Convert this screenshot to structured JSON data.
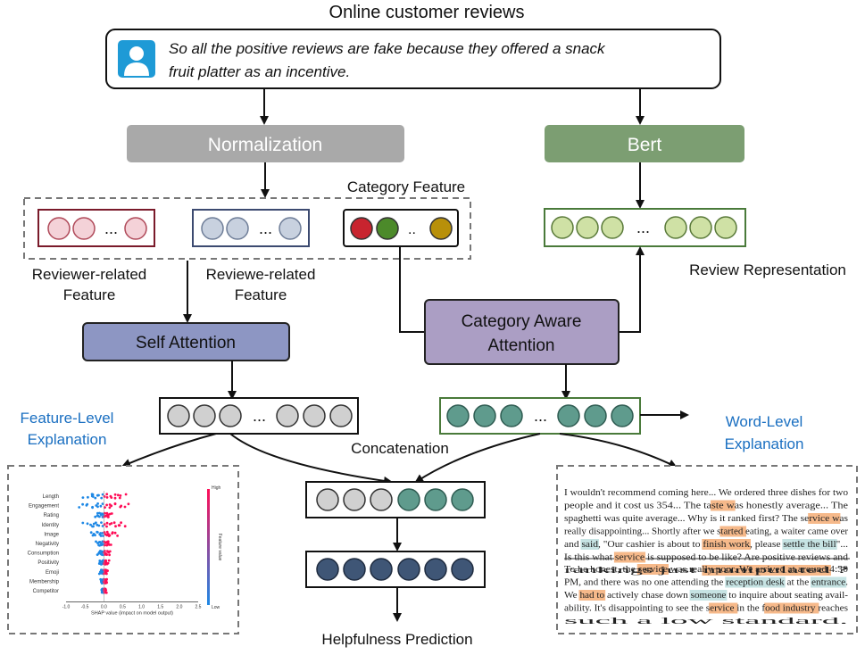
{
  "title": "Online customer reviews",
  "review_text_line1": "So all the positive reviews are fake because they offered a snack",
  "review_text_line2": "fruit platter as an incentive.",
  "normalization_label": "Normalization",
  "bert_label": "Bert",
  "category_feature_label": "Category Feature",
  "reviewer_feature_label_1": "Reviewer-related",
  "reviewer_feature_label_2": "Feature",
  "review_feature_label_1": "Reviewe-related",
  "review_feature_label_2": "Feature",
  "review_representation_label": "Review Representation",
  "self_attention_label": "Self Attention",
  "category_attention_label_1": "Category Aware",
  "category_attention_label_2": "Attention",
  "feature_explanation_label_1": "Feature-Level",
  "feature_explanation_label_2": "Explanation",
  "word_explanation_label_1": "Word-Level",
  "word_explanation_label_2": "Explanation",
  "concatenation_label": "Concatenation",
  "prediction_label": "Helpfulness Prediction",
  "ellipsis": "...",
  "short_ellipsis": "..",
  "shap": {
    "features": [
      "Length",
      "Engagement",
      "Rating",
      "Identity",
      "Image",
      "Negativity",
      "Consumption",
      "Positivity",
      "Emoji",
      "Membership",
      "Competitor"
    ],
    "x_ticks": [
      "-1.0",
      "-0.5",
      "0.0",
      "0.5",
      "1.0",
      "1.5",
      "2.0",
      "2.5"
    ],
    "xlabel": "SHAP value (impact on model output)",
    "colorbar_label": "Feature value",
    "high_label": "High",
    "low_label": "Low"
  },
  "word_panel": {
    "paragraph1": [
      "I wouldn't recommend coming here... We ordered three dishes for two",
      "people and it cost us 354...   The taste was honestly average...   The",
      "spaghetti was quite average...  Why is it ranked first?  The service was",
      "really disappointing...  Shortly after we started eating, a waiter came over",
      "and said, \"Our cashier is about to finish work, please settle the bill\"...",
      "Is this what service is supposed to be like?  Are positive reviews and",
      "rankings just manipulated ?"
    ],
    "paragraph2": [
      "To be honest, the service was really poor.  We arrived at around 4:30",
      "PM, and there was no one attending the reception desk at the entrance.",
      "We had to actively chase down someone to inquire about seating avail-",
      "ability.  It's disappointing to see the service in the food industry reaches",
      "such a low standard."
    ],
    "highlights": [
      "taste",
      "service",
      "started",
      "finish work",
      "said",
      "settle the bill",
      "service",
      "manipulated",
      "service",
      "reception desk",
      "entrance",
      "had to",
      "someone",
      "service",
      "food industry"
    ]
  },
  "colors": {
    "normalization_box": "#a9a9a9",
    "bert_box": "#7c9e72",
    "self_attention_box": "#8d96c3",
    "category_attention_box": "#ab9ec4",
    "reviewer_circle": "#f4d2d8",
    "review_circle": "#c8d1df",
    "bert_circle": "#cfe1a5",
    "teal_circle": "#5f9b8d",
    "grey_circle": "#d0d0d0",
    "navy_circle": "#3f5676",
    "highlight_orange": "#f6b98a",
    "highlight_teal": "#c6e3e3"
  }
}
